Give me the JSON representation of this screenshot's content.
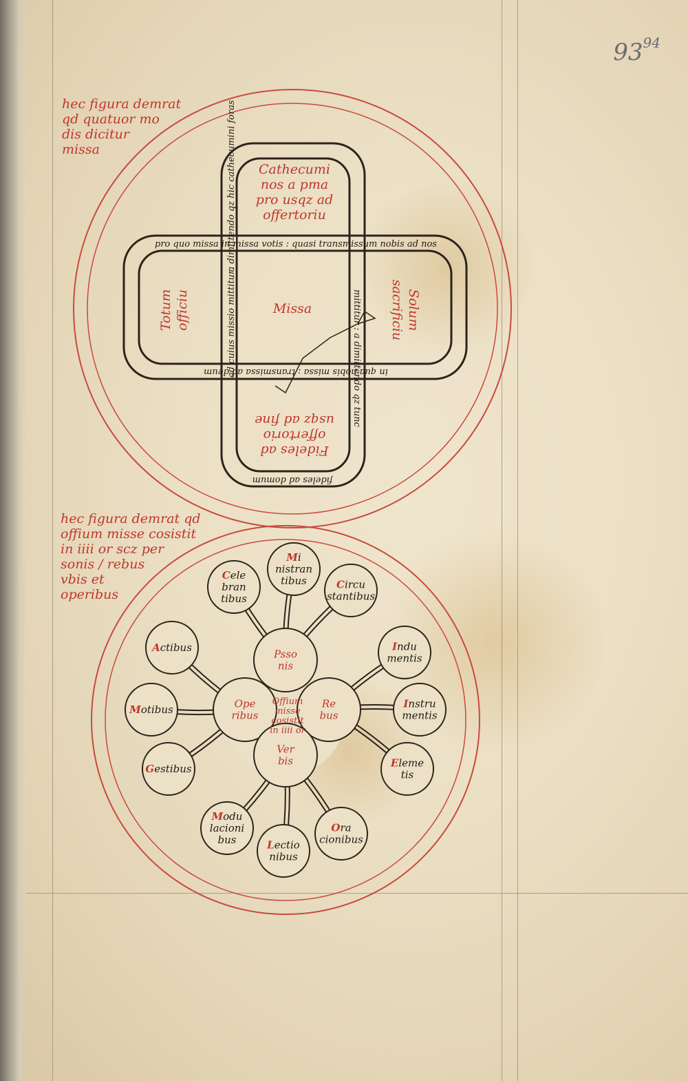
{
  "folio": {
    "main": "93",
    "sup": "94"
  },
  "rubrics": {
    "top": "hec figura demrat\nqd quatuor mo\ndis dicitur\nmissa",
    "bottom": "hec figura demrat qd\noffium misse cosistit\nin iiii or scz per\nsonis / rebus\nvbis et\noperibus"
  },
  "figure1": {
    "quadrants": {
      "top": [
        "Cathecumi",
        "nos a pma",
        "pro usqz ad",
        "offertoriu"
      ],
      "right": [
        "Solum",
        "sacrificiu"
      ],
      "left": [
        "Totum",
        "officiu"
      ],
      "bottom": [
        "Fideles ad",
        "offertorio",
        "usqz ad fine"
      ],
      "center": "Missa"
    },
    "bands": {
      "vertical_left": "ad cuius missio mittitur",
      "vertical_top": "a dimittendo qz hic cathecumini foras",
      "vertical_right": "mittitur : a dimittendo qz tunc",
      "horizontal_top": "pro quo missa in missa votis : quasi transmissum nobis ad nos",
      "horizontal_bottom": "in qua nobis missa : transmissa ad deum",
      "vertical_bottom": "fideles ad domum"
    }
  },
  "figure2": {
    "center": [
      "Offium",
      "misse",
      "cosistit",
      "in iiii or"
    ],
    "hubs": {
      "top": [
        "Psso",
        "nis"
      ],
      "left": [
        "Ope",
        "ribus"
      ],
      "right": [
        "Re",
        "bus"
      ],
      "bottom": [
        "Ver",
        "bis"
      ]
    },
    "leaves": [
      {
        "id": "celebrantibus",
        "lines": [
          "Cele",
          "bran",
          "tibus"
        ]
      },
      {
        "id": "ministrantibus",
        "lines": [
          "Mi",
          "nistran",
          "tibus"
        ]
      },
      {
        "id": "circumstantibus",
        "lines": [
          "Circu",
          "stantibus"
        ]
      },
      {
        "id": "actibus",
        "lines": [
          "Actibus"
        ]
      },
      {
        "id": "indumentis",
        "lines": [
          "Indu",
          "mentis"
        ]
      },
      {
        "id": "motibus",
        "lines": [
          "Motibus"
        ]
      },
      {
        "id": "instrumentis",
        "lines": [
          "Instru",
          "mentis"
        ]
      },
      {
        "id": "gestibus",
        "lines": [
          "Gestibus"
        ]
      },
      {
        "id": "elementis",
        "lines": [
          "Eleme",
          "tis"
        ]
      },
      {
        "id": "modulationibus",
        "lines": [
          "Modu",
          "lacioni",
          "bus"
        ]
      },
      {
        "id": "lectionibus",
        "lines": [
          "Lectio",
          "nibus"
        ]
      },
      {
        "id": "orationibus",
        "lines": [
          "Ora",
          "cionibus"
        ]
      }
    ]
  },
  "colors": {
    "ink": "#1f1a14",
    "red": "#c0362c",
    "parchment": "#ebdfc4"
  }
}
